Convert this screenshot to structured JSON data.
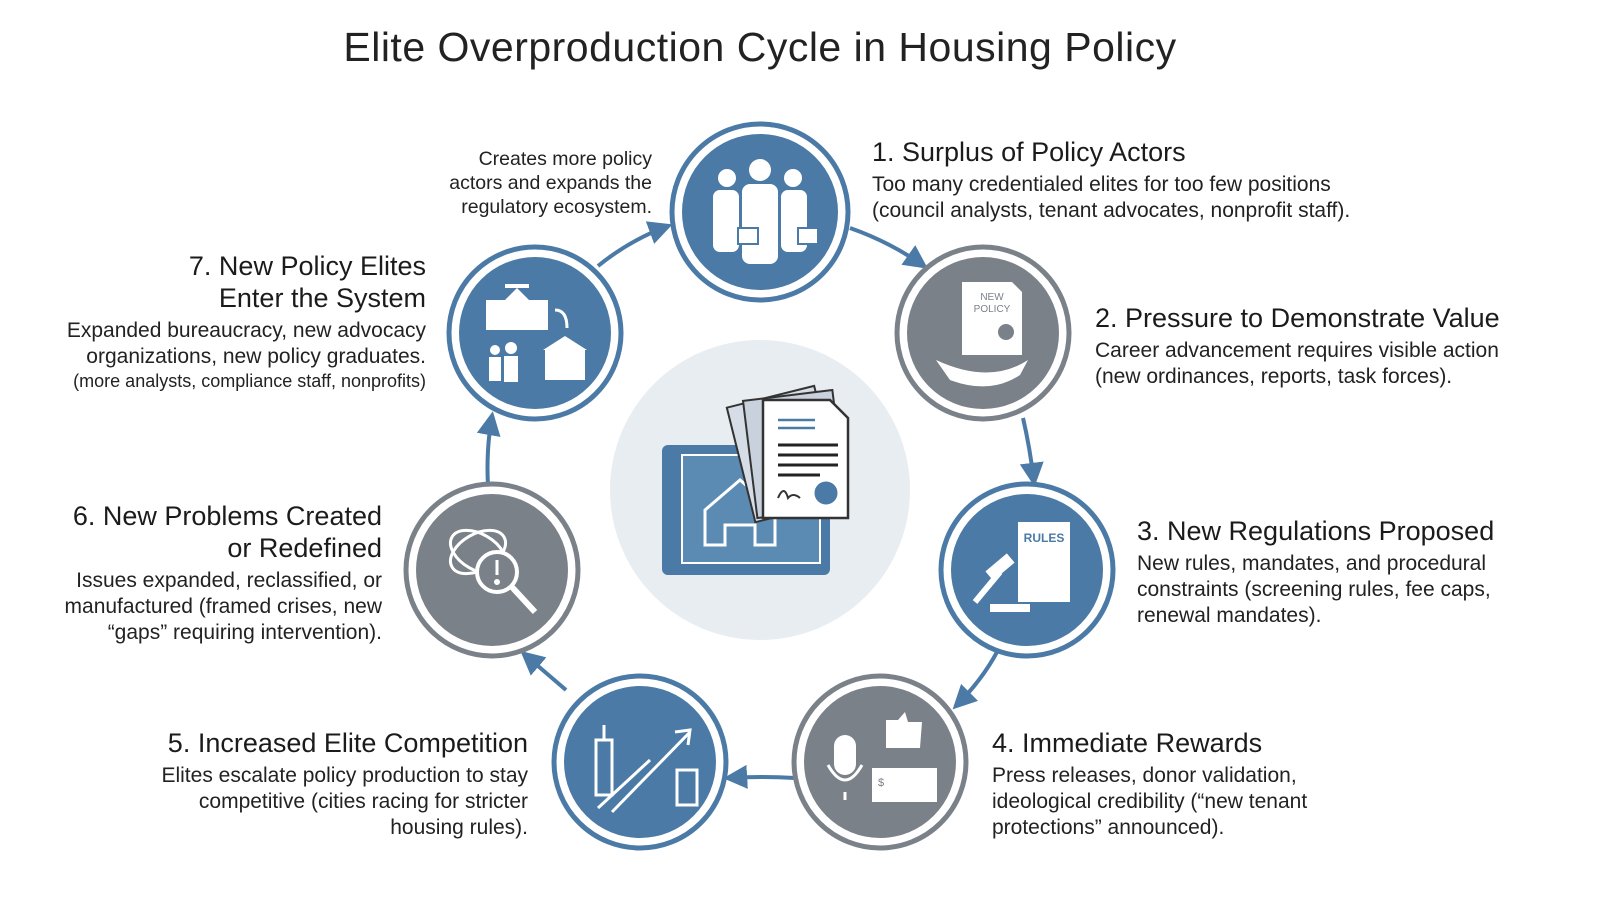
{
  "title": "Elite Overproduction Cycle in Housing Policy",
  "colors": {
    "blue": "#4a7aa5",
    "gray": "#7b8189",
    "center_bg": "#e8edf2",
    "arrow": "#4a7aa5"
  },
  "annotation": [
    "Creates more policy",
    "actors and expands the",
    "regulatory ecosystem."
  ],
  "steps": [
    {
      "title": [
        "1. Surplus of Policy Actors"
      ],
      "desc": [
        "Too many credentialed elites for too few positions",
        "(council analysts, tenant advocates, nonprofit staff)."
      ],
      "icon": "people-with-badges-icon"
    },
    {
      "title": [
        "2. Pressure to Demonstrate Value"
      ],
      "desc": [
        "Career advancement requires visible action",
        "(new ordinances, reports, task forces)."
      ],
      "icon": "policy-document-hand-icon",
      "icon_text": [
        "NEW",
        "POLICY"
      ]
    },
    {
      "title": [
        "3. New Regulations Proposed"
      ],
      "desc": [
        "New rules, mandates, and procedural",
        "constraints (screening rules, fee caps,",
        "renewal mandates)."
      ],
      "icon": "gavel-rules-icon",
      "icon_text": [
        "RULES"
      ]
    },
    {
      "title": [
        "4. Immediate Rewards"
      ],
      "desc": [
        "Press releases, donor validation,",
        "ideological credibility (“new tenant",
        "protections” announced)."
      ],
      "icon": "microphone-thumbs-up-check-icon",
      "icon_text": [
        "$"
      ]
    },
    {
      "title": [
        "5. Increased Elite Competition"
      ],
      "desc": [
        "Elites escalate policy production to stay",
        "competitive (cities racing for stricter",
        "housing rules)."
      ],
      "icon": "competing-cities-arrows-icon"
    },
    {
      "title": [
        "6. New Problems Created",
        "or Redefined"
      ],
      "desc": [
        "Issues expanded, reclassified, or",
        "manufactured (framed crises, new",
        "“gaps” requiring intervention)."
      ],
      "icon": "tangle-magnifier-icon"
    },
    {
      "title": [
        "7. New Policy Elites",
        "Enter the System"
      ],
      "desc": [
        "Expanded bureaucracy, new advocacy",
        "organizations, new policy graduates."
      ],
      "small": [
        "(more analysts, compliance staff, nonprofits)"
      ],
      "icon": "university-to-government-icon"
    }
  ],
  "center_icon": "blueprint-house-documents-icon"
}
